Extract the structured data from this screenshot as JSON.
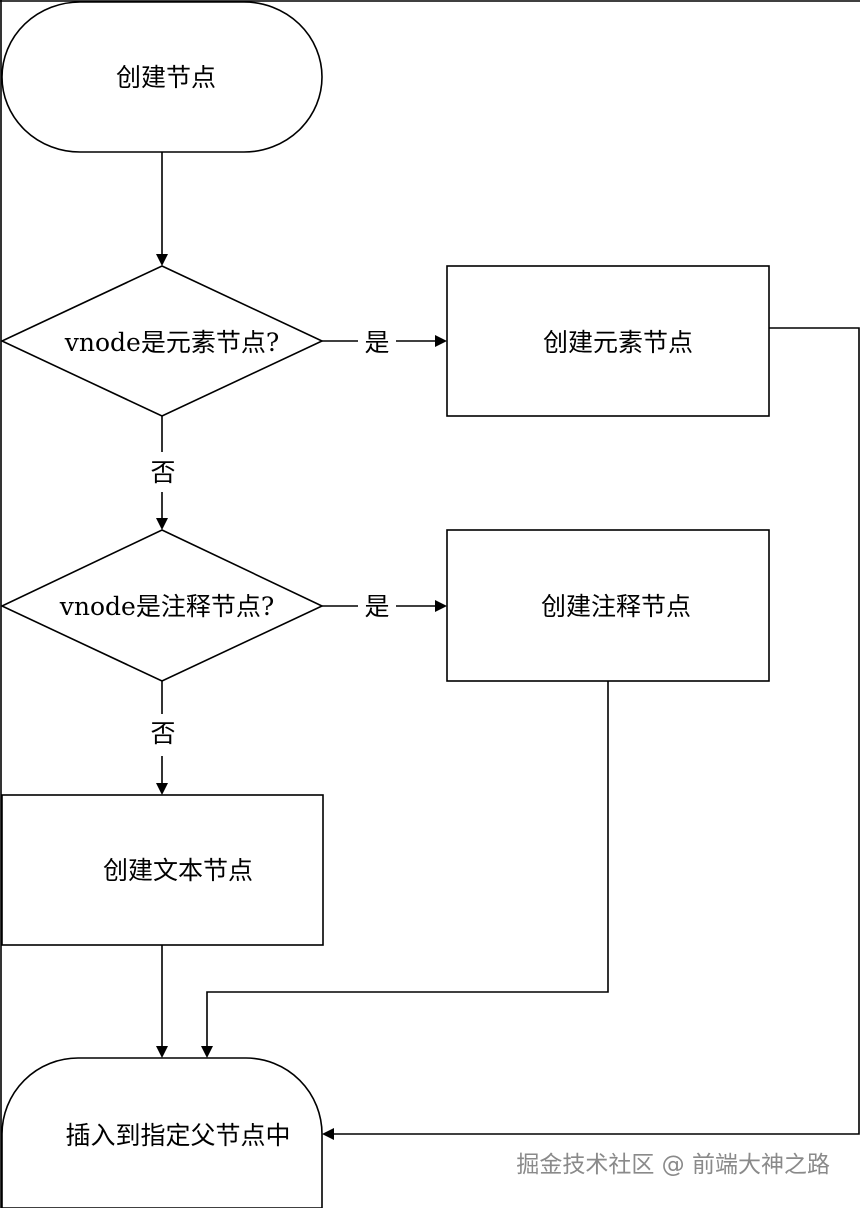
{
  "diagram": {
    "start_label": "创建节点",
    "decision_element": "vnode是元素节点?",
    "decision_comment": "vnode是注释节点?",
    "process_element": "创建元素节点",
    "process_comment": "创建注释节点",
    "process_text": "创建文本节点",
    "end_label": "插入到指定父节点中",
    "yes_label": "是",
    "no_label": "否"
  },
  "watermark": "掘金技术社区 @ 前端大神之路"
}
